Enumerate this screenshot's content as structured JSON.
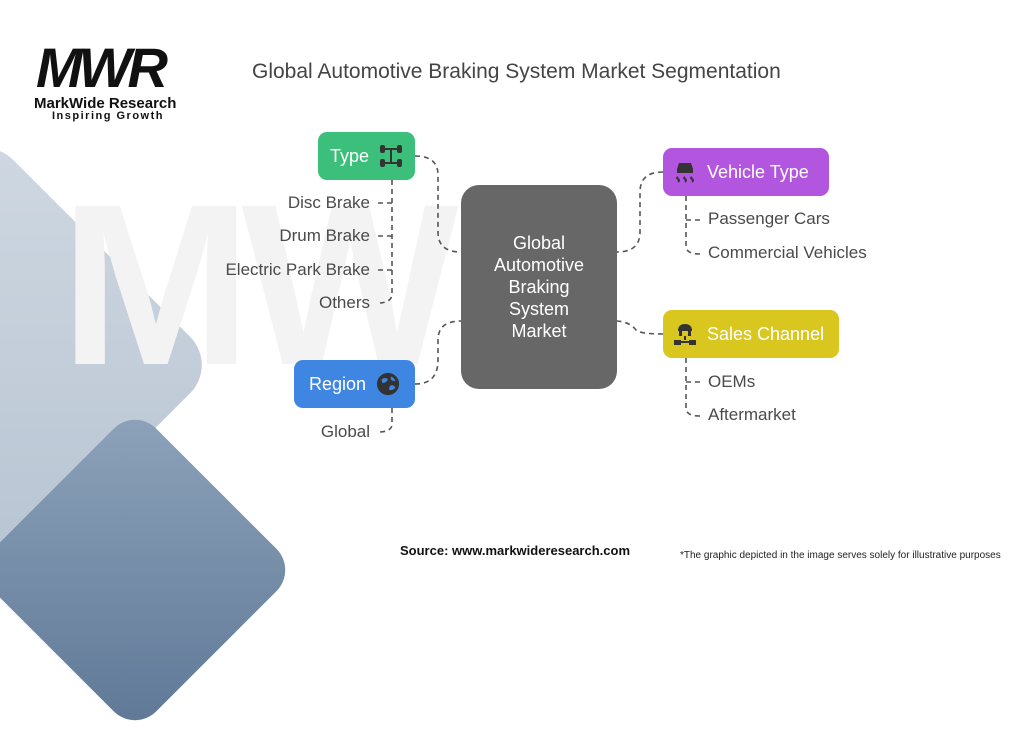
{
  "brand": {
    "logo_mark": "MWR",
    "name": "MarkWide Research",
    "tagline": "Inspiring Growth",
    "watermark": "MWR"
  },
  "title": "Global Automotive Braking System Market Segmentation",
  "center": {
    "label": "Global Automotive Braking System Market",
    "color": "#676767"
  },
  "segments": {
    "type": {
      "label": "Type",
      "icon": "axle-icon",
      "color": "#3cbf7a",
      "items": [
        "Disc Brake",
        "Drum Brake",
        "Electric Park Brake",
        "Others"
      ]
    },
    "vehicle_type": {
      "label": "Vehicle Type",
      "icon": "skidding-car-icon",
      "color": "#b356df",
      "items": [
        "Passenger Cars",
        "Commercial Vehicles"
      ]
    },
    "sales_channel": {
      "label": "Sales Channel",
      "icon": "distribution-network-icon",
      "color": "#d9c61f",
      "items": [
        "OEMs",
        "Aftermarket"
      ]
    },
    "region": {
      "label": "Region",
      "icon": "globe-icon",
      "color": "#3f86e3",
      "items": [
        "Global"
      ]
    }
  },
  "footer": {
    "source": "Source: www.markwideresearch.com",
    "note": "*The graphic depicted in the image serves solely for illustrative purposes"
  }
}
